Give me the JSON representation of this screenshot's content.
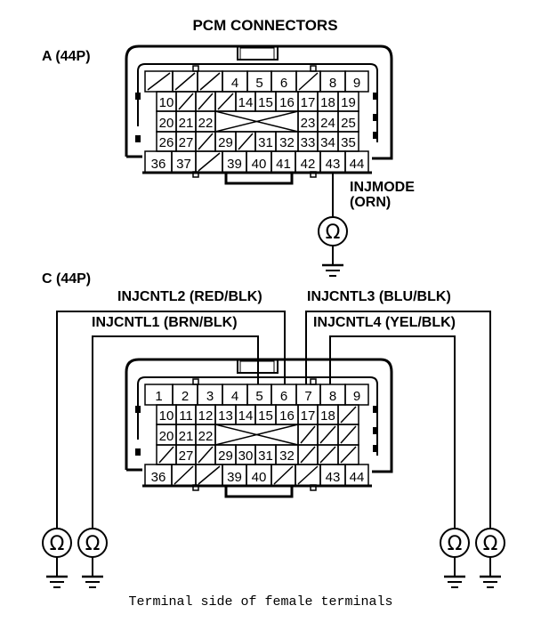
{
  "title": "PCM CONNECTORS",
  "caption": "Terminal side of female terminals",
  "connector_a": {
    "label": "A (44P)",
    "row1": [
      "",
      "",
      "",
      "4",
      "5",
      "6",
      "",
      "8",
      "9"
    ],
    "row2": [
      "10",
      "",
      "",
      "",
      "14",
      "15",
      "16",
      "17",
      "18",
      "19"
    ],
    "row3": [
      "20",
      "21",
      "22",
      "X",
      "X",
      "X",
      "X",
      "23",
      "24",
      "25"
    ],
    "row4": [
      "26",
      "27",
      "",
      "29",
      "",
      "31",
      "32",
      "33",
      "34",
      "35"
    ],
    "row5": [
      "36",
      "37",
      "",
      "39",
      "40",
      "41",
      "42",
      "43",
      "44"
    ],
    "probe": {
      "name": "INJMODE",
      "color": "(ORN)",
      "pin": "43",
      "symbol": "Ω"
    }
  },
  "connector_c": {
    "label": "C (44P)",
    "row1": [
      "1",
      "2",
      "3",
      "4",
      "5",
      "6",
      "7",
      "8",
      "9"
    ],
    "row2": [
      "10",
      "11",
      "12",
      "13",
      "14",
      "15",
      "16",
      "17",
      "18",
      ""
    ],
    "row3": [
      "20",
      "21",
      "22",
      "X",
      "X",
      "X",
      "X",
      "",
      "",
      ""
    ],
    "row4": [
      "",
      "27",
      "",
      "29",
      "30",
      "31",
      "32",
      "",
      "",
      ""
    ],
    "row5": [
      "36",
      "",
      "",
      "39",
      "40",
      "",
      "",
      "43",
      "44"
    ],
    "probes": [
      {
        "name": "INJCNTL2 (RED/BLK)",
        "pin": "6",
        "symbol": "Ω"
      },
      {
        "name": "INJCNTL1 (BRN/BLK)",
        "pin": "5",
        "symbol": "Ω"
      },
      {
        "name": "INJCNTL3 (BLU/BLK)",
        "pin": "7",
        "symbol": "Ω"
      },
      {
        "name": "INJCNTL4 (YEL/BLK)",
        "pin": "8",
        "symbol": "Ω"
      }
    ]
  }
}
